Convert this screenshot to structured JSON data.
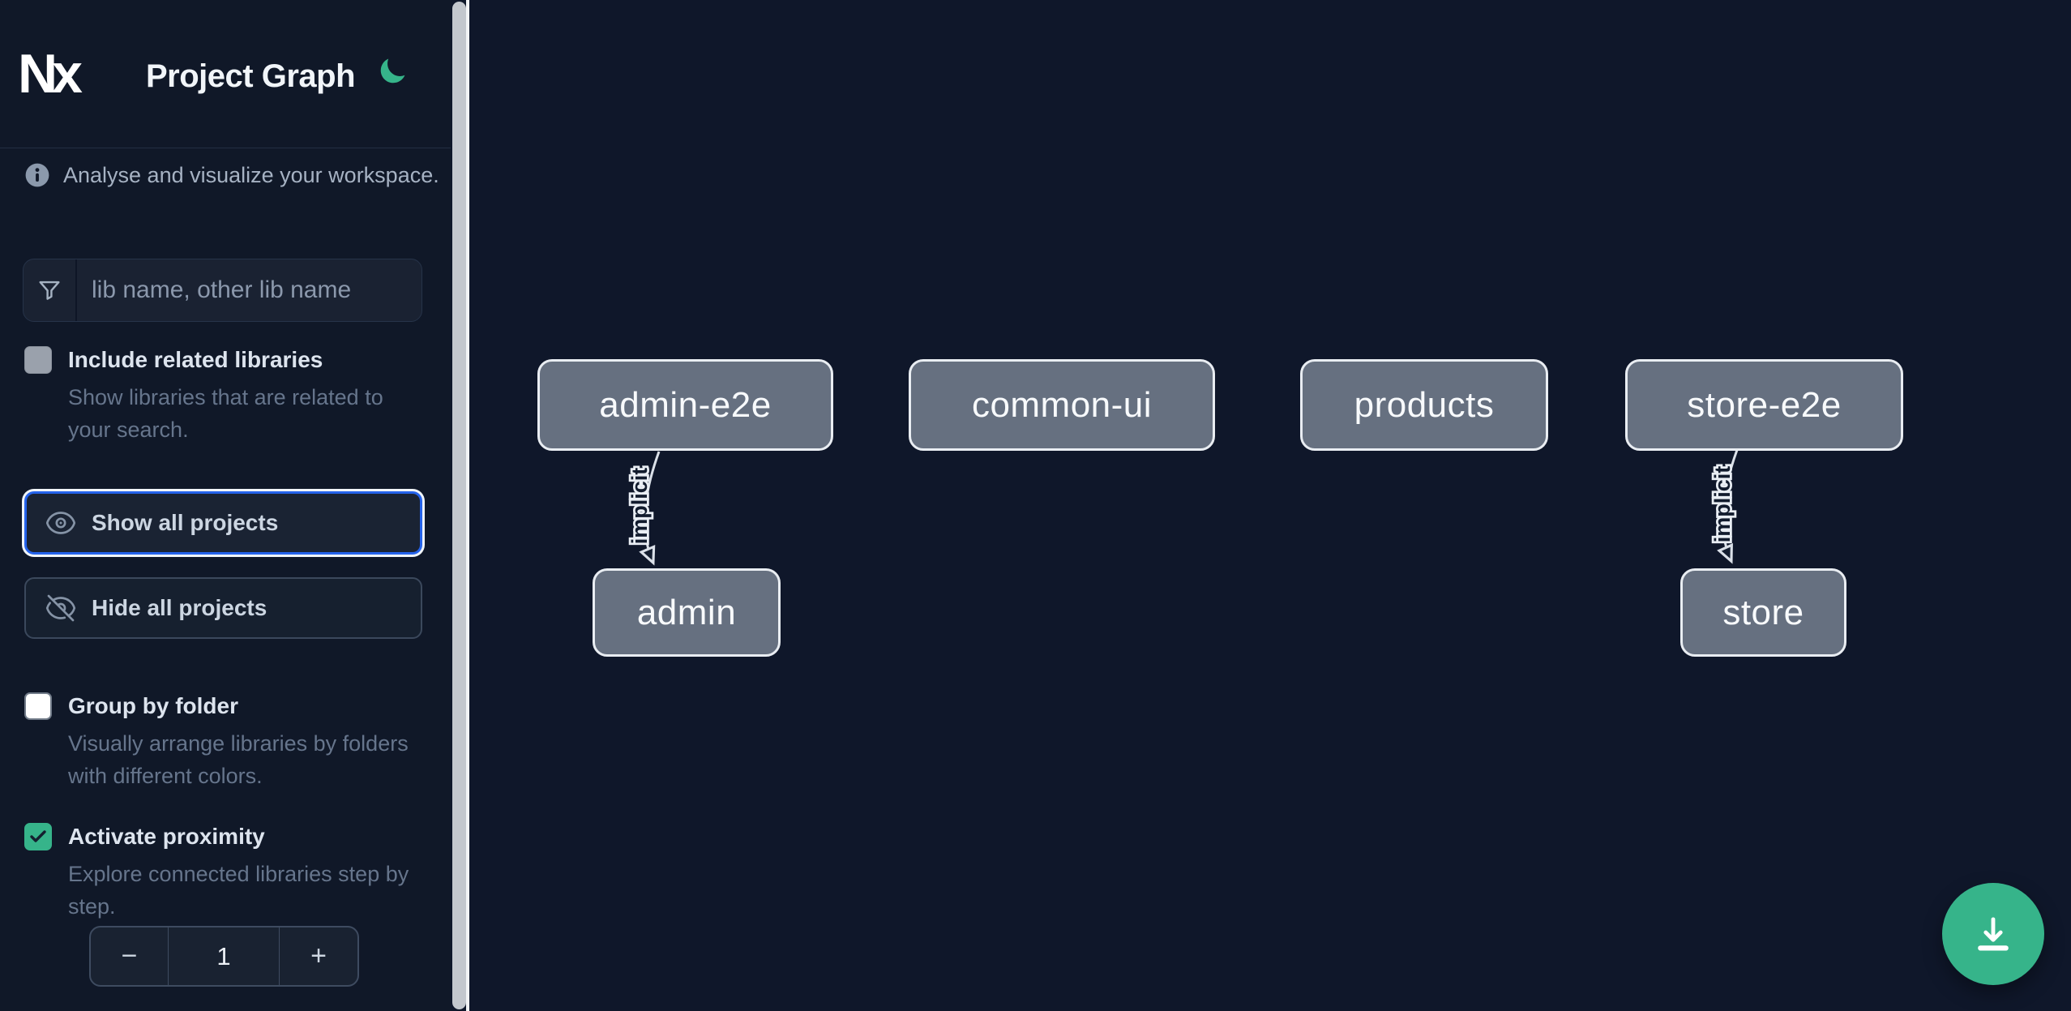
{
  "header": {
    "logo_text": "Nx",
    "title": "Project Graph"
  },
  "sidebar": {
    "info_text": "Analyse and visualize your workspace.",
    "search": {
      "placeholder": "lib name, other lib name",
      "value": ""
    },
    "toggles": [
      {
        "label": "Include related libraries",
        "description": "Show libraries that are related to your search.",
        "checked": false
      },
      {
        "label": "Group by folder",
        "description": "Visually arrange libraries by folders with different colors.",
        "checked": false
      },
      {
        "label": "Activate proximity",
        "description": "Explore connected libraries step by step.",
        "checked": true
      }
    ],
    "actions": [
      {
        "label": "Show all projects",
        "focused": true
      },
      {
        "label": "Hide all projects",
        "focused": false
      }
    ],
    "stepper": {
      "decrement_label": "−",
      "value": "1",
      "increment_label": "+"
    }
  },
  "graph": {
    "nodes": [
      {
        "label": "admin-e2e"
      },
      {
        "label": "common-ui"
      },
      {
        "label": "products"
      },
      {
        "label": "store-e2e"
      },
      {
        "label": "admin"
      },
      {
        "label": "store"
      }
    ],
    "edges": [
      {
        "source": "admin-e2e",
        "target": "admin",
        "label": "implicit"
      },
      {
        "source": "store-e2e",
        "target": "store",
        "label": "implicit"
      }
    ]
  },
  "fab": {
    "icon": "download-icon"
  },
  "colors": {
    "accent_green": "#36b48a",
    "focus_blue": "#2563eb",
    "node_fill": "#667080",
    "node_border": "#e9edf2",
    "canvas_bg": "#0f172a",
    "sidebar_bg": "#101828"
  }
}
